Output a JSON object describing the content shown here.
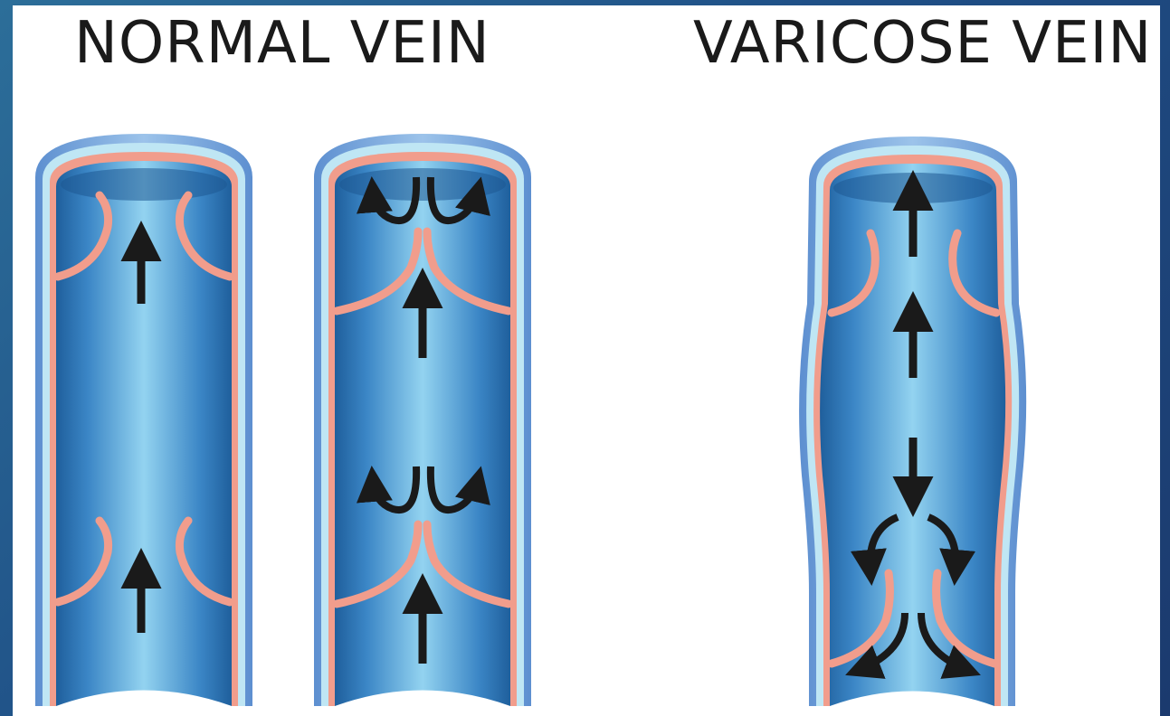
{
  "titles": {
    "normal": "NORMAL VEIN",
    "varicose": "VARICOSE VEIN"
  },
  "colors": {
    "frame": "#1f4f86",
    "background": "#ffffff",
    "vein_outer": "#7aa6d9",
    "vein_lumen_light": "#8fd0ee",
    "vein_lumen_dark": "#1f5f9c",
    "valve": "#f19d8c",
    "arrow": "#1a1a1a"
  },
  "icons": [
    "up-arrow",
    "curved-backflow-arrow",
    "vein-valve"
  ]
}
